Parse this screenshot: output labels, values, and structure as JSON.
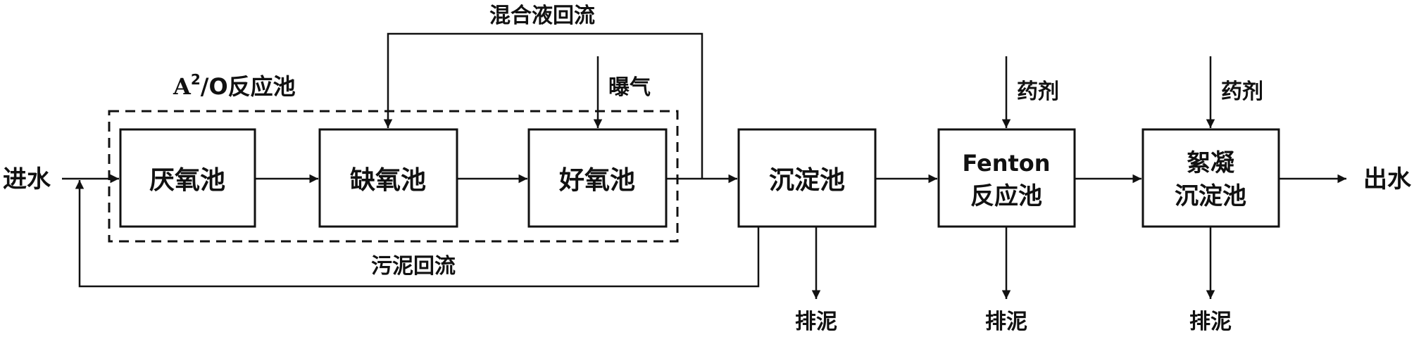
{
  "labels": {
    "influent": "进水",
    "effluent": "出水",
    "a2o_title_a": "A",
    "a2o_title_sup": "2",
    "a2o_title_rest": "/O反应池",
    "mixed_liquor_return": "混合液回流",
    "sludge_return": "污泥回流",
    "aeration": "曝气",
    "dosing_1": "药剂",
    "dosing_2": "药剂",
    "sludge_discharge_1": "排泥",
    "sludge_discharge_2": "排泥",
    "sludge_discharge_3": "排泥"
  },
  "units": {
    "anaerobic": "厌氧池",
    "anoxic": "缺氧池",
    "aerobic": "好氧池",
    "sedimentation": "沉淀池",
    "fenton_line1": "Fenton",
    "fenton_line2": "反应池",
    "floc_line1": "絮凝",
    "floc_line2": "沉淀池"
  }
}
